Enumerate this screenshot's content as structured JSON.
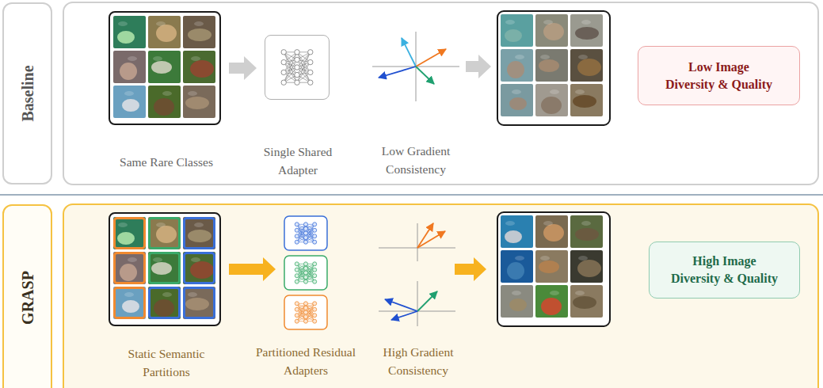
{
  "diagram": {
    "nodes": [
      {
        "text": [
          "Baseline"
        ]
      },
      {
        "text": [
          "Same Rare Classes"
        ]
      },
      {
        "text": [
          "Single Shared Adapter"
        ]
      },
      {
        "text": [
          "Low Image Diversity & Quality"
        ]
      },
      {
        "text": [
          "GRASP"
        ]
      },
      {
        "text": [
          "Static Semantic Partitions"
        ]
      },
      {
        "text": [
          "Partitioned Residual Adapters"
        ]
      },
      {
        "text": [
          "High Image Diversity & Quality"
        ]
      }
    ],
    "edges": [
      {
        "from": 1,
        "to": 2,
        "arrow": "to"
      },
      {
        "from": 5,
        "to": 6,
        "arrow": "to"
      }
    ],
    "labels": [
      "Low Gradient Consistency",
      "High Gradient Consistency"
    ]
  }
}
